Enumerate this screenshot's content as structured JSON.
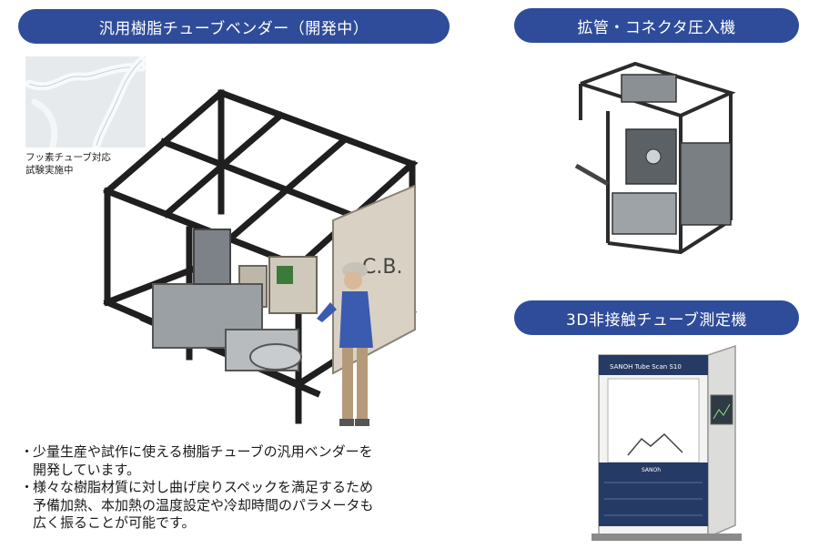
{
  "bender": {
    "title": "汎用樹脂チューブベンダー（開発中）",
    "caption_line1": "フッ素チューブ対応",
    "caption_line2": "試験実施中",
    "panel_logo": "C.B.",
    "bullets": [
      {
        "mark": "・",
        "text_line1": "少量生産や試作に使える樹脂チューブの汎用ベンダーを",
        "text_line2": "開発しています。",
        "text_line3": ""
      },
      {
        "mark": "・",
        "text_line1": "様々な樹脂材質に対し曲げ戻りスペックを満足するため",
        "text_line2": "予備加熱、本加熱の温度設定や冷却時間のパラメータも",
        "text_line3": "広く振ることが可能です。"
      }
    ]
  },
  "press": {
    "title": "拡管・コネクタ圧入機"
  },
  "scanner": {
    "title": "3D非接触チューブ測定機",
    "label": "SANOH Tube Scan S10",
    "brand": "SANOh"
  },
  "colors": {
    "pill": "#2f4c9a",
    "frame": "#1f1f1f",
    "panel": "#d9d2c4"
  }
}
